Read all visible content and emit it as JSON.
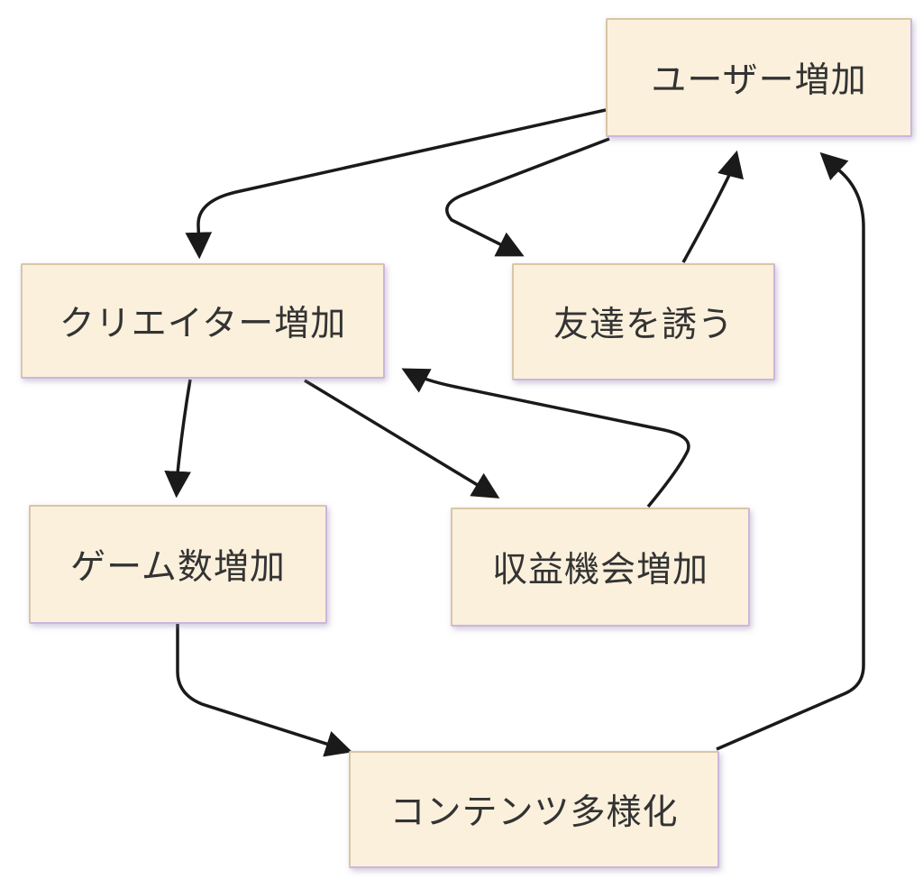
{
  "diagram": {
    "type": "flowchart",
    "title": "",
    "nodes": {
      "user_growth": {
        "label": "ユーザー増加"
      },
      "creator_growth": {
        "label": "クリエイター増加"
      },
      "invite_friends": {
        "label": "友達を誘う"
      },
      "game_count_growth": {
        "label": "ゲーム数増加"
      },
      "revenue_opportunity_growth": {
        "label": "収益機会増加"
      },
      "content_diversification": {
        "label": "コンテンツ多様化"
      }
    },
    "edges": [
      {
        "from": "user_growth",
        "to": "creator_growth"
      },
      {
        "from": "user_growth",
        "to": "invite_friends"
      },
      {
        "from": "invite_friends",
        "to": "user_growth"
      },
      {
        "from": "creator_growth",
        "to": "game_count_growth"
      },
      {
        "from": "creator_growth",
        "to": "revenue_opportunity_growth"
      },
      {
        "from": "revenue_opportunity_growth",
        "to": "creator_growth"
      },
      {
        "from": "game_count_growth",
        "to": "content_diversification"
      },
      {
        "from": "content_diversification",
        "to": "user_growth"
      }
    ],
    "colors": {
      "background": "#ffffff",
      "node_fill": "#fbf0dc",
      "node_border_light": "#d8c7a4",
      "node_border_shade": "#cdb5dc",
      "node_text": "#333333",
      "arrow": "#1a1a1a"
    }
  }
}
